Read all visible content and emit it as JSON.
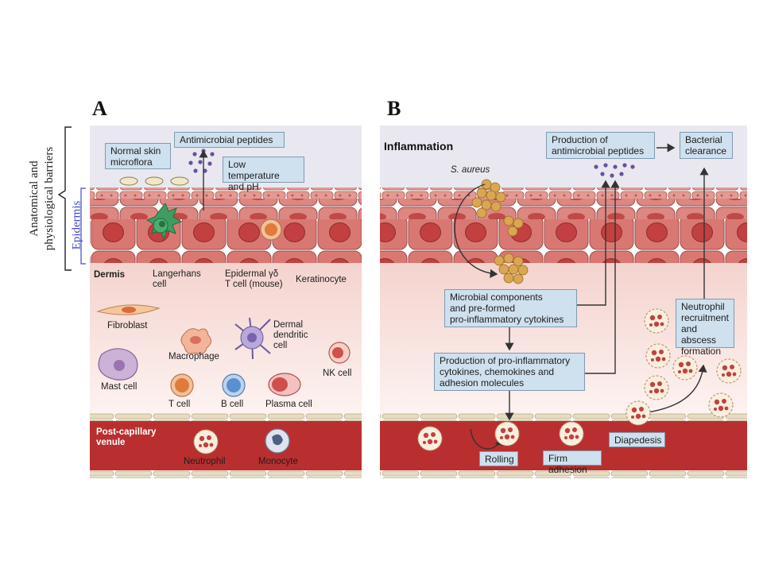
{
  "panels": {
    "a": "A",
    "b": "B"
  },
  "side": {
    "barriers_line1": "Anatomical and",
    "barriers_line2": "physiological barriers",
    "epidermis": "Epidermis"
  },
  "panel_a": {
    "antimicrobial_peptides": "Antimicrobial peptides",
    "normal_flora_line1": "Normal skin",
    "normal_flora_line2": "microflora",
    "low_temp_line1": "Low temperature",
    "low_temp_line2": "and pH",
    "dermis": "Dermis",
    "langerhans_line1": "Langerhans",
    "langerhans_line2": "cell",
    "gd_line1": "Epidermal γδ",
    "gd_line2": "T cell (mouse)",
    "keratinocyte": "Keratinocyte",
    "fibroblast": "Fibroblast",
    "macrophage": "Macrophage",
    "dermal_dc_line1": "Dermal",
    "dermal_dc_line2": "dendritic",
    "dermal_dc_line3": "cell",
    "mast_cell": "Mast cell",
    "nk_cell": "NK cell",
    "t_cell": "T cell",
    "b_cell": "B cell",
    "plasma_cell": "Plasma cell",
    "venule_line1": "Post-capillary",
    "venule_line2": "venule",
    "neutrophil": "Neutrophil",
    "monocyte": "Monocyte"
  },
  "panel_b": {
    "inflammation": "Inflammation",
    "s_aureus": "S. aureus",
    "production_amp_line1": "Production of",
    "production_amp_line2": "antimicrobial peptides",
    "bacterial_line1": "Bacterial",
    "bacterial_line2": "clearance",
    "microbial_line1": "Microbial components",
    "microbial_line2": "and pre-formed",
    "microbial_line3": "pro-inflammatory cytokines",
    "cytokines_line1": "Production of pro-inflammatory",
    "cytokines_line2": "cytokines, chemokines and",
    "cytokines_line3": "adhesion molecules",
    "recruit_line1": "Neutrophil",
    "recruit_line2": "recruitment",
    "recruit_line3": "and abscess",
    "recruit_line4": "formation",
    "rolling": "Rolling",
    "firm_adhesion": "Firm adhesion",
    "diapedesis": "Diapedesis"
  },
  "colors": {
    "barrier_band": "#e9e8f0",
    "dermis": "#fbe6e4",
    "keratinocyte": "#d97873",
    "nucleus": "#c2403f",
    "venule": "#b92f2f",
    "box": "#cfe0ee"
  }
}
